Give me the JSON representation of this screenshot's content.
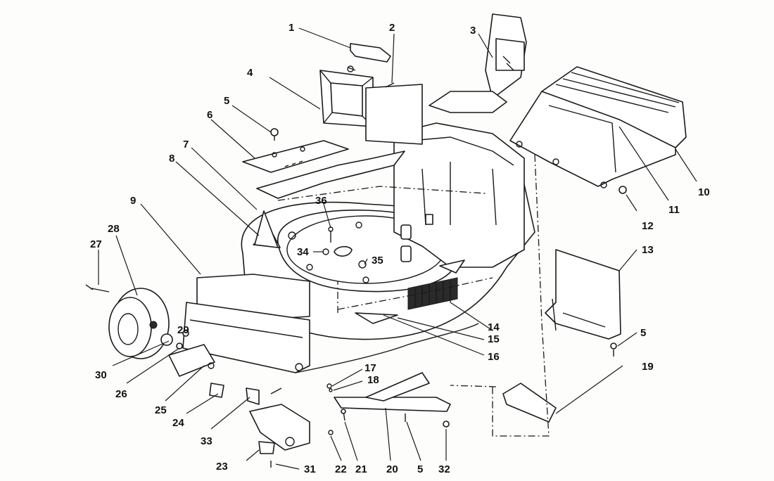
{
  "diagram": {
    "callouts": [
      {
        "id": "c1",
        "text": "1"
      },
      {
        "id": "c2",
        "text": "2"
      },
      {
        "id": "c3",
        "text": "3"
      },
      {
        "id": "c4",
        "text": "4"
      },
      {
        "id": "c5a",
        "text": "5"
      },
      {
        "id": "c6",
        "text": "6"
      },
      {
        "id": "c7",
        "text": "7"
      },
      {
        "id": "c8",
        "text": "8"
      },
      {
        "id": "c9",
        "text": "9"
      },
      {
        "id": "c10",
        "text": "10"
      },
      {
        "id": "c11",
        "text": "11"
      },
      {
        "id": "c12",
        "text": "12"
      },
      {
        "id": "c13",
        "text": "13"
      },
      {
        "id": "c5b",
        "text": "5"
      },
      {
        "id": "c14",
        "text": "14"
      },
      {
        "id": "c15",
        "text": "15"
      },
      {
        "id": "c16",
        "text": "16"
      },
      {
        "id": "c19",
        "text": "19"
      },
      {
        "id": "c17",
        "text": "17"
      },
      {
        "id": "c18",
        "text": "18"
      },
      {
        "id": "c36",
        "text": "36"
      },
      {
        "id": "c34",
        "text": "34"
      },
      {
        "id": "c35",
        "text": "35"
      },
      {
        "id": "c28",
        "text": "28"
      },
      {
        "id": "c27",
        "text": "27"
      },
      {
        "id": "c29",
        "text": "29"
      },
      {
        "id": "c30",
        "text": "30"
      },
      {
        "id": "c26",
        "text": "26"
      },
      {
        "id": "c25",
        "text": "25"
      },
      {
        "id": "c24",
        "text": "24"
      },
      {
        "id": "c33",
        "text": "33"
      },
      {
        "id": "c23",
        "text": "23"
      },
      {
        "id": "c31",
        "text": "31"
      },
      {
        "id": "c22",
        "text": "22"
      },
      {
        "id": "c21",
        "text": "21"
      },
      {
        "id": "c20",
        "text": "20"
      },
      {
        "id": "c5c",
        "text": "5"
      },
      {
        "id": "c32",
        "text": "32"
      }
    ]
  }
}
